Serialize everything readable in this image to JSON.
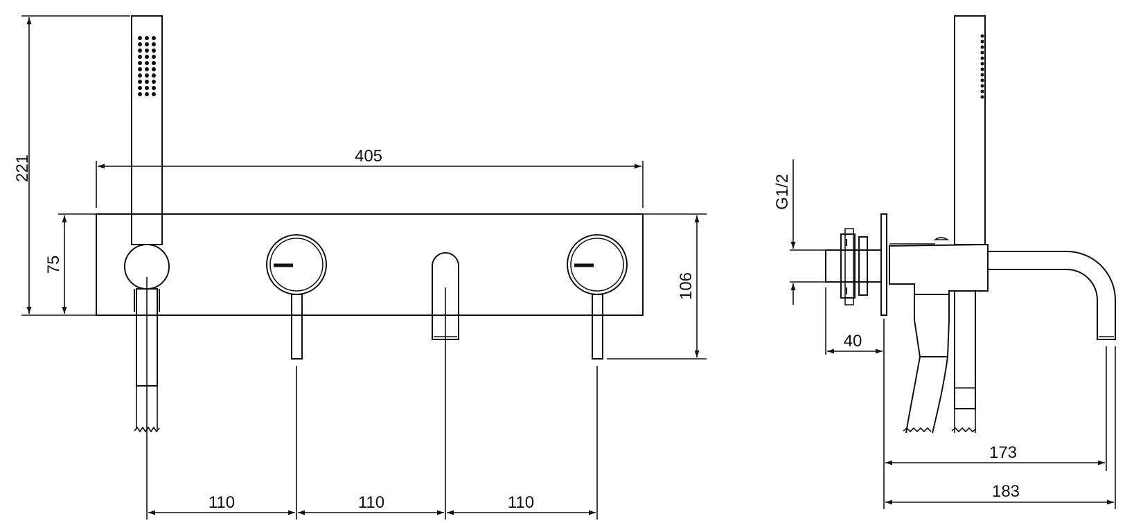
{
  "dimensions": {
    "total_height": "221",
    "panel_width": "405",
    "panel_height": "75",
    "overall_height": "106",
    "spacing_1": "110",
    "spacing_2": "110",
    "spacing_3": "110",
    "thread": "G1/2",
    "wall_depth": "40",
    "spout_reach": "173",
    "overall_depth": "183"
  },
  "colors": {
    "line": "#111111",
    "background": "#ffffff"
  }
}
